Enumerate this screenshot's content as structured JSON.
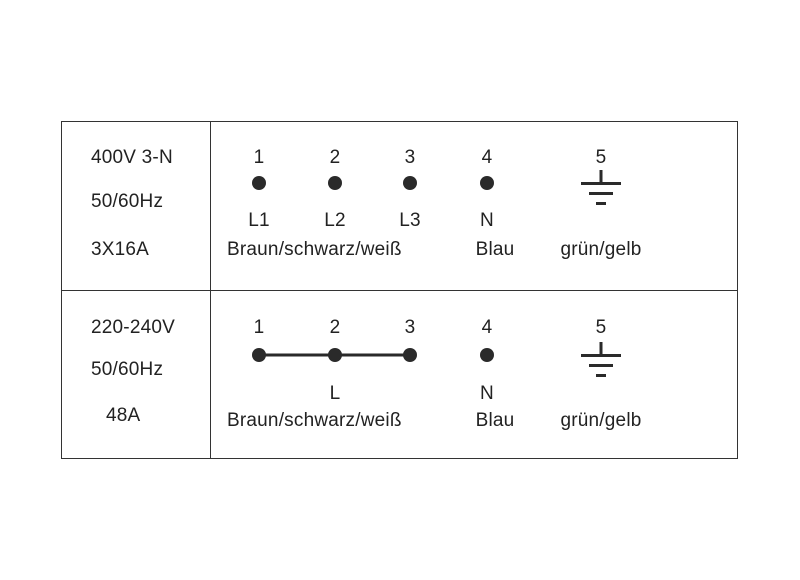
{
  "rows": [
    {
      "spec": [
        "400V 3-N",
        "50/60Hz",
        "3X16A"
      ],
      "terminal_numbers": [
        "1",
        "2",
        "3",
        "4",
        "5"
      ],
      "phase_labels": [
        "L1",
        "L2",
        "L3",
        "N"
      ],
      "bridged": false,
      "colors": [
        "Braun/schwarz/weiß",
        "Blau",
        "grün/gelb"
      ]
    },
    {
      "spec": [
        "220-240V",
        "50/60Hz",
        "48A"
      ],
      "terminal_numbers": [
        "1",
        "2",
        "3",
        "4",
        "5"
      ],
      "phase_labels": [
        "L",
        "N"
      ],
      "bridged": true,
      "colors": [
        "Braun/schwarz/weiß",
        "Blau",
        "grün/gelb"
      ]
    }
  ],
  "ink_color": "#2a2a2a",
  "ground_symbol": "earth-ground-icon"
}
